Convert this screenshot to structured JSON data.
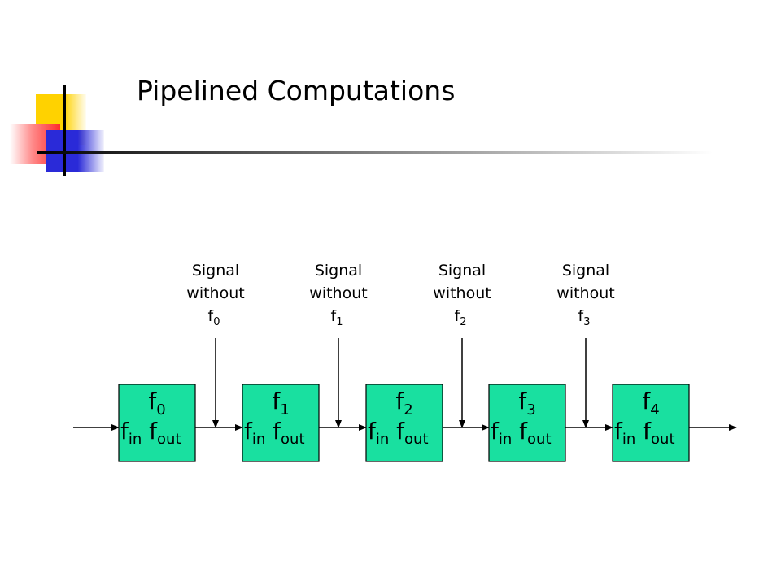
{
  "slide": {
    "title": "Pipelined Computations"
  },
  "diagram": {
    "stages": [
      {
        "f": "f",
        "index": "0",
        "in_f": "f",
        "in_sub": "in",
        "out_f": "f",
        "out_sub": "out"
      },
      {
        "f": "f",
        "index": "1",
        "in_f": "f",
        "in_sub": "in",
        "out_f": "f",
        "out_sub": "out"
      },
      {
        "f": "f",
        "index": "2",
        "in_f": "f",
        "in_sub": "in",
        "out_f": "f",
        "out_sub": "out"
      },
      {
        "f": "f",
        "index": "3",
        "in_f": "f",
        "in_sub": "in",
        "out_f": "f",
        "out_sub": "out"
      },
      {
        "f": "f",
        "index": "4",
        "in_f": "f",
        "in_sub": "in",
        "out_f": "f",
        "out_sub": "out"
      }
    ],
    "signals": [
      {
        "line1": "Signal",
        "line2": "without",
        "f": "f",
        "index": "0"
      },
      {
        "line1": "Signal",
        "line2": "without",
        "f": "f",
        "index": "1"
      },
      {
        "line1": "Signal",
        "line2": "without",
        "f": "f",
        "index": "2"
      },
      {
        "line1": "Signal",
        "line2": "without",
        "f": "f",
        "index": "3"
      }
    ],
    "colors": {
      "box_fill": "#19e0a0",
      "box_stroke": "#000000",
      "arrow": "#000000"
    }
  }
}
